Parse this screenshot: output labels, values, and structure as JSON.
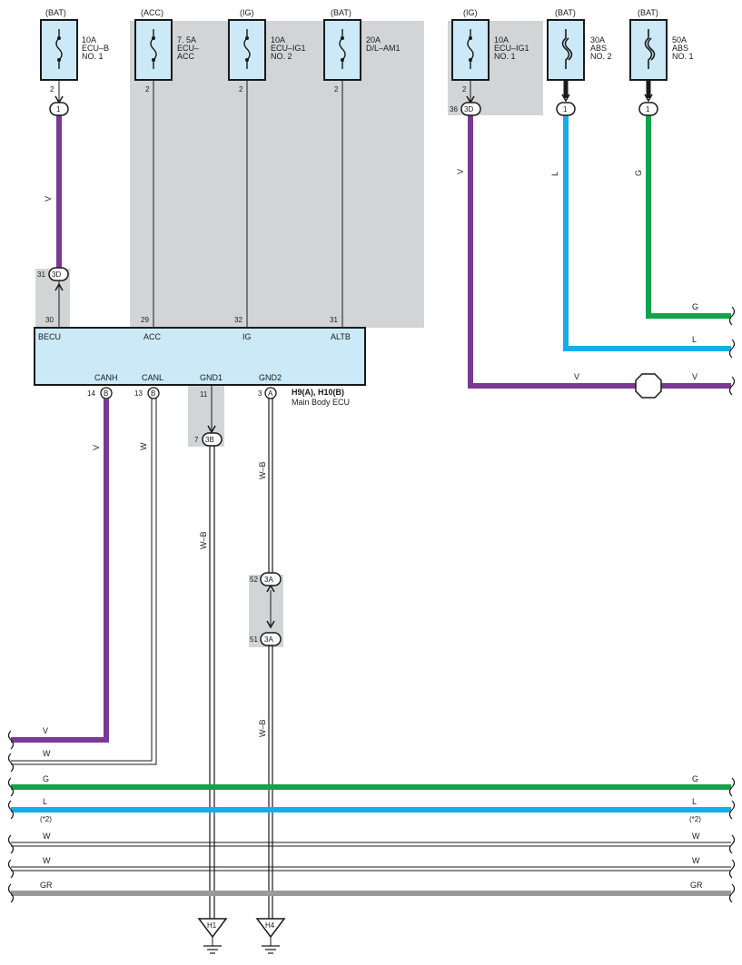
{
  "fuses": [
    {
      "source": "(BAT)",
      "rating": "10A",
      "name1": "ECU–B",
      "name2": "NO. 1"
    },
    {
      "source": "(ACC)",
      "rating": "7. 5A",
      "name1": "ECU–",
      "name2": "ACC"
    },
    {
      "source": "(IG)",
      "rating": "10A",
      "name1": "ECU–IG1",
      "name2": "NO. 2"
    },
    {
      "source": "(BAT)",
      "rating": "20A",
      "name1": "D/L–AM1",
      "name2": ""
    },
    {
      "source": "(IG)",
      "rating": "10A",
      "name1": "ECU–IG1",
      "name2": "NO. 1"
    },
    {
      "source": "(BAT)",
      "rating": "30A",
      "name1": "ABS",
      "name2": "NO. 2"
    },
    {
      "source": "(BAT)",
      "rating": "50A",
      "name1": "ABS",
      "name2": "NO. 1"
    }
  ],
  "fuse_pins": [
    "2",
    "2",
    "2",
    "2",
    "2"
  ],
  "connectors": {
    "c1": "1",
    "c3d_top": "3D",
    "c3d_top_pin": "36",
    "c1_abs2": "1",
    "c1_abs1": "1",
    "c3d": "3D",
    "c3d_pin": "31",
    "c3b": "3B",
    "c3b_pin": "7",
    "c3a_1": "3A",
    "c3a_1_pin": "52",
    "c3a_2": "3A",
    "c3a_2_pin": "51"
  },
  "ecu": {
    "name": "Main Body ECU",
    "code": "H9(A), H10(B)",
    "top_pins": [
      {
        "num": "30",
        "label": "BECU"
      },
      {
        "num": "29",
        "label": "ACC"
      },
      {
        "num": "32",
        "label": "IG"
      },
      {
        "num": "31",
        "label": "ALTB"
      }
    ],
    "bottom_pins": [
      {
        "num": "14",
        "conn": "B",
        "label": "CANH"
      },
      {
        "num": "13",
        "conn": "B",
        "label": "CANL"
      },
      {
        "num": "11",
        "conn": "",
        "label": "GND1"
      },
      {
        "num": "3",
        "conn": "A",
        "label": "GND2"
      }
    ]
  },
  "wire_colors": {
    "v": "V",
    "g": "G",
    "l": "L",
    "w": "W",
    "wb": "W–B",
    "gr": "GR"
  },
  "bus_notes": {
    "l_left": "(*2)",
    "l_right": "(*2)"
  },
  "grounds": [
    "H1",
    "H4"
  ],
  "colors": {
    "violet": "#7a3a92",
    "green": "#12a24a",
    "blue": "#14aee6",
    "gray": "#9a9a9a",
    "fuse_fill": "#cbe9f7",
    "shade": "#d3d4d6"
  }
}
